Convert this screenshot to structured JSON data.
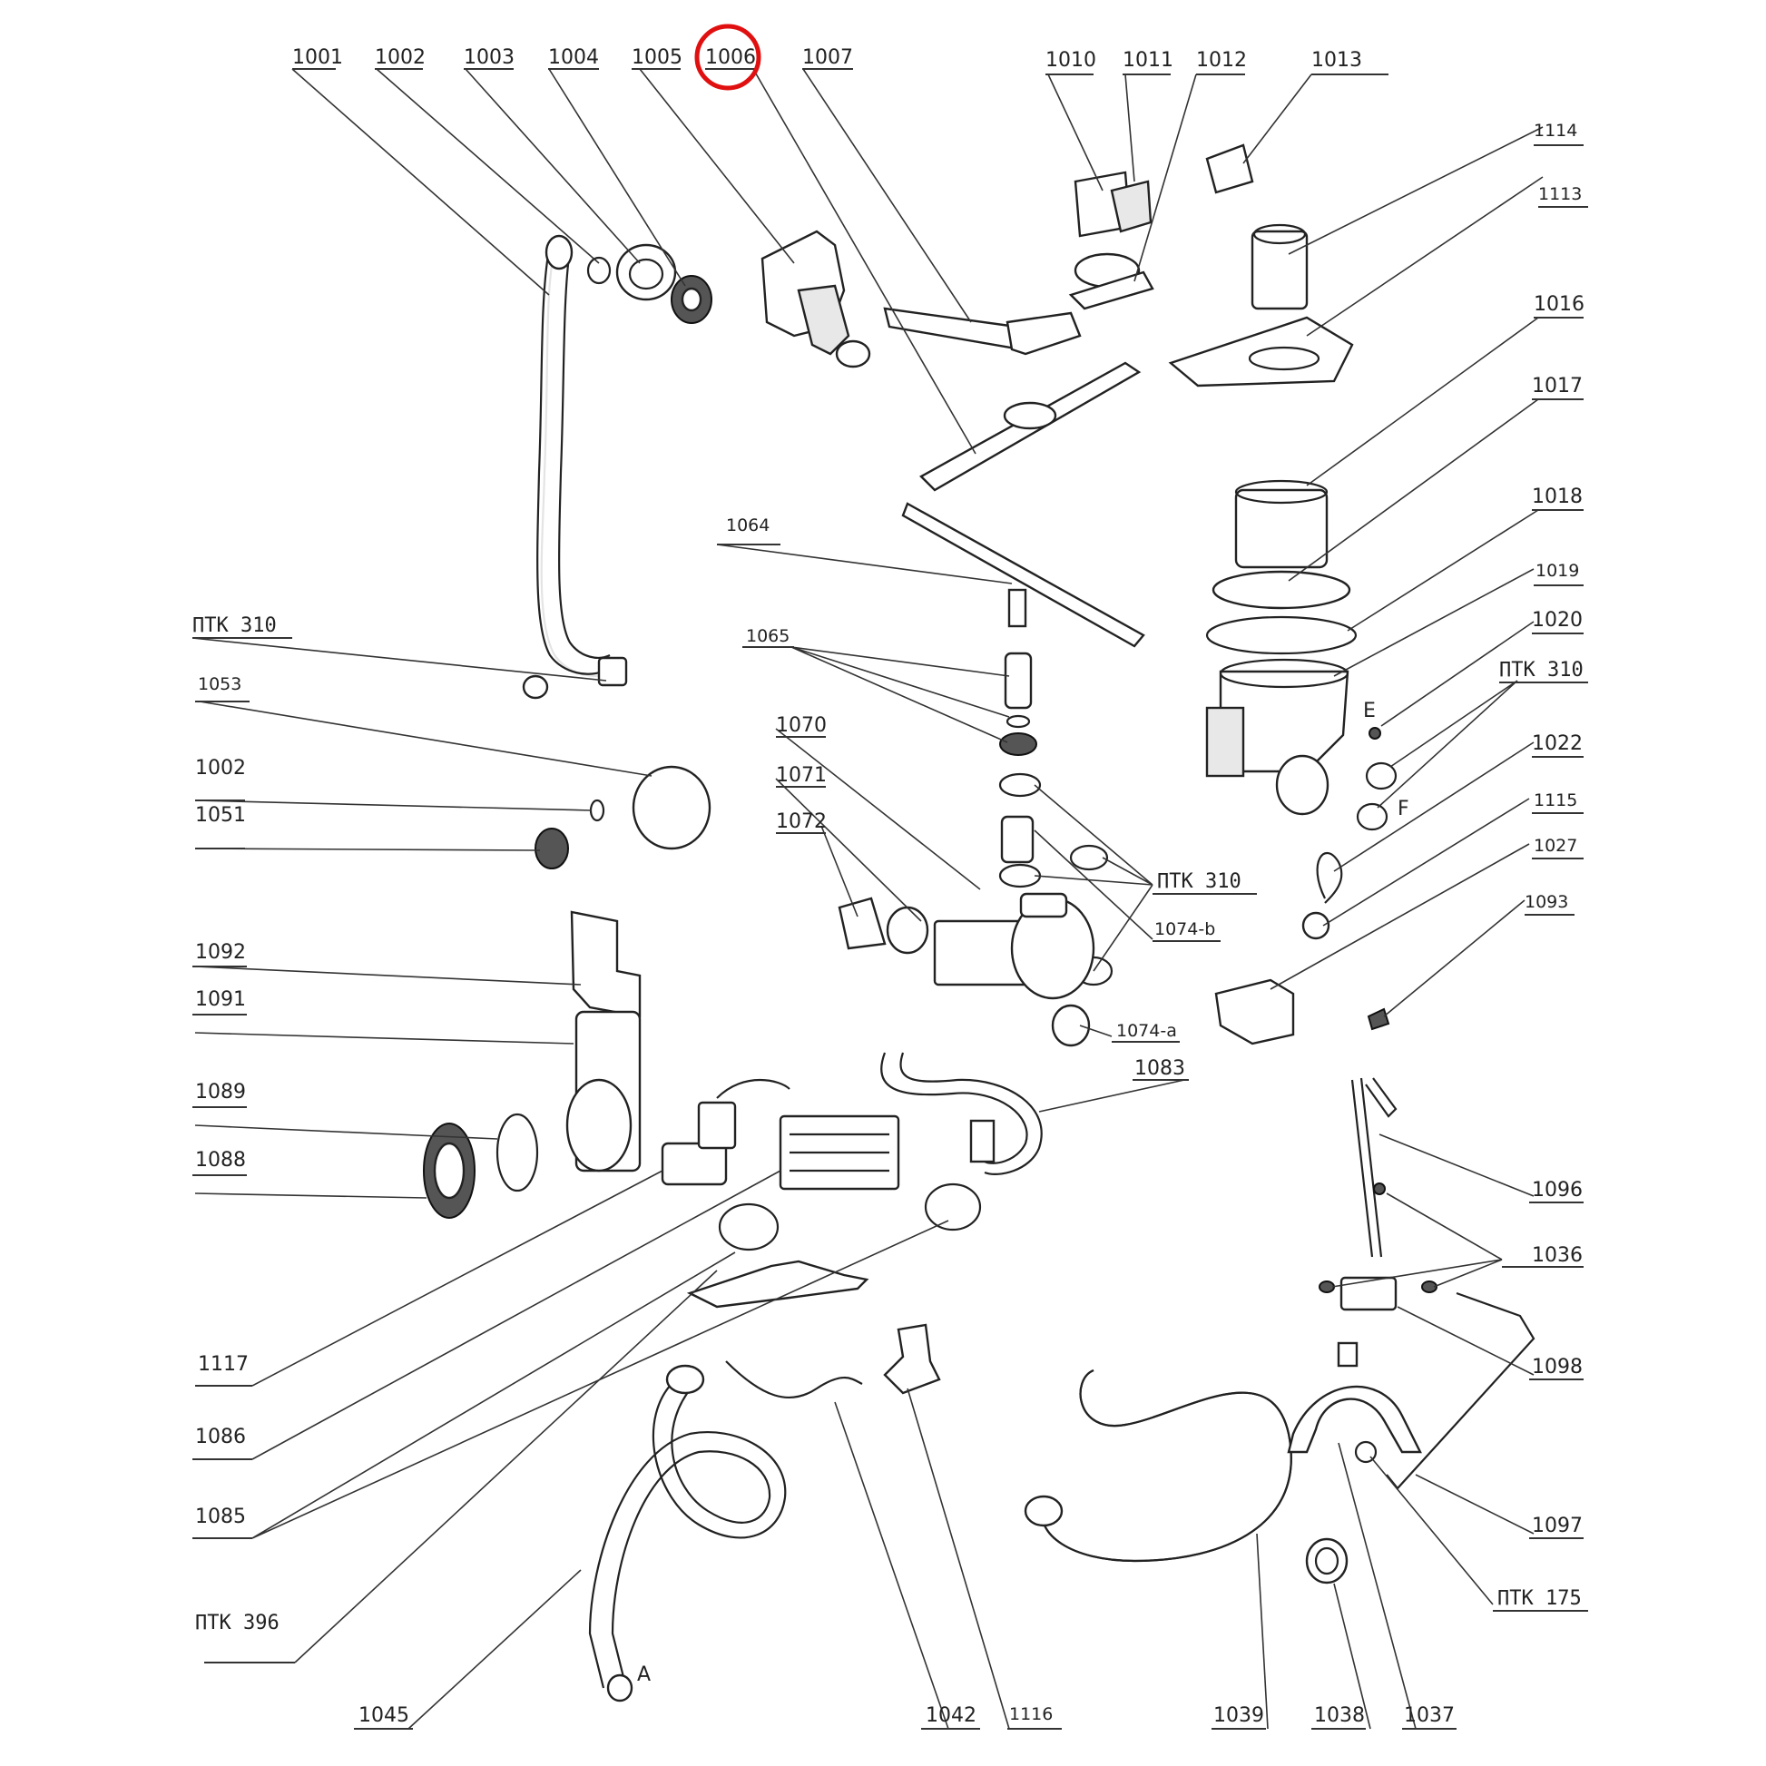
{
  "labels": {
    "l1001": "1001",
    "l1002": "1002",
    "l1003": "1003",
    "l1004": "1004",
    "l1005": "1005",
    "l1006": "1006",
    "l1007": "1007",
    "l1010": "1010",
    "l1011": "1011",
    "l1012": "1012",
    "l1013": "1013",
    "l1114": "1114",
    "l1113": "1113",
    "l1016": "1016",
    "l1017": "1017",
    "l1018": "1018",
    "l1019": "1019",
    "l1020": "1020",
    "lOtk310_r": "ΠTK 310",
    "l1022": "1022",
    "l1115": "1115",
    "l1027": "1027",
    "l1093": "1093",
    "l1064": "1064",
    "l1065": "1065",
    "lOtk310_l": "ΠTK 310",
    "l1053": "1053",
    "l1002b": "1002",
    "l1051": "1051",
    "l1070": "1070",
    "l1071": "1071",
    "l1072": "1072",
    "lOtk310_m": "ΠTK 310",
    "l1074b": "1074-b",
    "l1074a": "1074-a",
    "l1083": "1083",
    "l1092": "1092",
    "l1091": "1091",
    "l1089": "1089",
    "l1088": "1088",
    "l1096": "1096",
    "l1036": "1036",
    "l1098": "1098",
    "l1097": "1097",
    "lOtk175": "ΠTK 175",
    "l1117": "1117",
    "l1086": "1086",
    "l1085": "1085",
    "lOtk396": "ΠTK 396",
    "l1045": "1045",
    "l1042": "1042",
    "l1116": "1116",
    "l1039": "1039",
    "l1038": "1038",
    "l1037": "1037",
    "mE": "E",
    "mF": "F",
    "mA": "A"
  },
  "highlighted_label": "1006",
  "colors": {
    "highlight": "#e01010",
    "ink": "#222222",
    "background": "#ffffff"
  }
}
